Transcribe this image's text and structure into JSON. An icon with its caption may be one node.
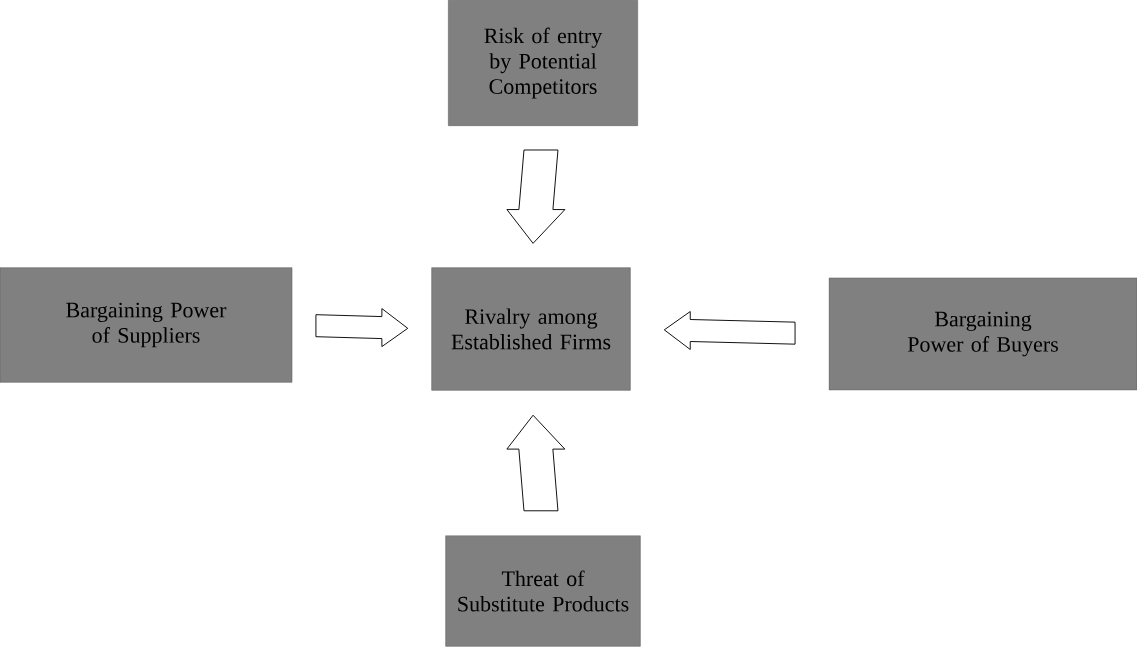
{
  "diagram": {
    "nodes": [
      {
        "text": [
          "Risk of entry by Potential Competitors"
        ]
      },
      {
        "text": [
          "Rivalry among Established Firms"
        ]
      },
      {
        "text": [
          "Bargaining Power of Suppliers"
        ]
      },
      {
        "text": [
          "Bargaining Power of Buyers"
        ]
      },
      {
        "text": [
          "Threat of Substitute Products"
        ]
      }
    ],
    "edges": [
      {
        "from": 0,
        "to": 1,
        "arrow": "to"
      },
      {
        "from": 2,
        "to": 1,
        "arrow": "to"
      },
      {
        "from": 3,
        "to": 1,
        "arrow": "to"
      },
      {
        "from": 4,
        "to": 1,
        "arrow": "to"
      }
    ]
  }
}
